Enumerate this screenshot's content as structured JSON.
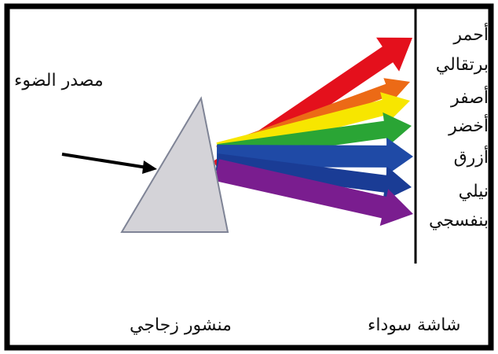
{
  "labels": {
    "light_source": "مصدر الضوء",
    "prism": "منشور زجاجي",
    "screen": "شاشة سوداء"
  },
  "spectrum": [
    {
      "name": "أحمر",
      "color": "#e4101c"
    },
    {
      "name": "برتقالي",
      "color": "#ec6a16"
    },
    {
      "name": "أصفر",
      "color": "#f7e600"
    },
    {
      "name": "أخضر",
      "color": "#2aa535"
    },
    {
      "name": "أزرق",
      "color": "#1f4aa6"
    },
    {
      "name": "نيلي",
      "color": "#1a3c95"
    },
    {
      "name": "بنفسجي",
      "color": "#7a1d8f"
    }
  ],
  "colors": {
    "frame": "#000000",
    "prism_fill": "#d4d3d8",
    "prism_stroke": "#7f8496",
    "screen_line": "#000000",
    "incident_ray": "#000000"
  }
}
